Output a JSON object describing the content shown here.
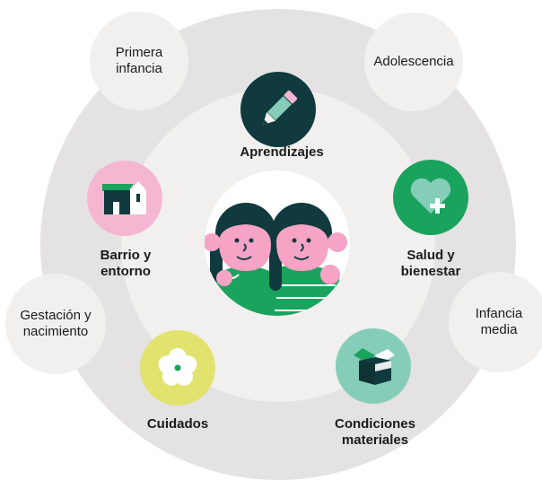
{
  "life_stages": {
    "primera_infancia": [
      "Primera",
      "infancia"
    ],
    "adolescencia": [
      "Adolescencia"
    ],
    "gestacion": [
      "Gestación y",
      "nacimiento"
    ],
    "infancia_media": [
      "Infancia",
      "media"
    ]
  },
  "dimensions": {
    "aprendizajes": {
      "label": [
        "Aprendizajes"
      ],
      "icon": "pencil-icon",
      "color": "#103a3e"
    },
    "salud": {
      "label": [
        "Salud y",
        "bienestar"
      ],
      "icon": "heart-plus-icon",
      "color": "#1aa35d"
    },
    "barrio": {
      "label": [
        "Barrio y",
        "entorno"
      ],
      "icon": "house-icon",
      "color": "#f4b6d0"
    },
    "cuidados": {
      "label": [
        "Cuidados"
      ],
      "icon": "flower-icon",
      "color": "#e2e36e"
    },
    "condiciones": {
      "label": [
        "Condiciones",
        "materiales"
      ],
      "icon": "open-box-icon",
      "color": "#86cdb9"
    }
  },
  "center": {
    "icon": "two-children-icon"
  },
  "colors": {
    "outer_ring": "#e4e2e2",
    "inner_ring": "#f1f0ef",
    "skin": "#f6a3c6",
    "hair": "#103a3e",
    "shirt": "#1aa35d"
  }
}
